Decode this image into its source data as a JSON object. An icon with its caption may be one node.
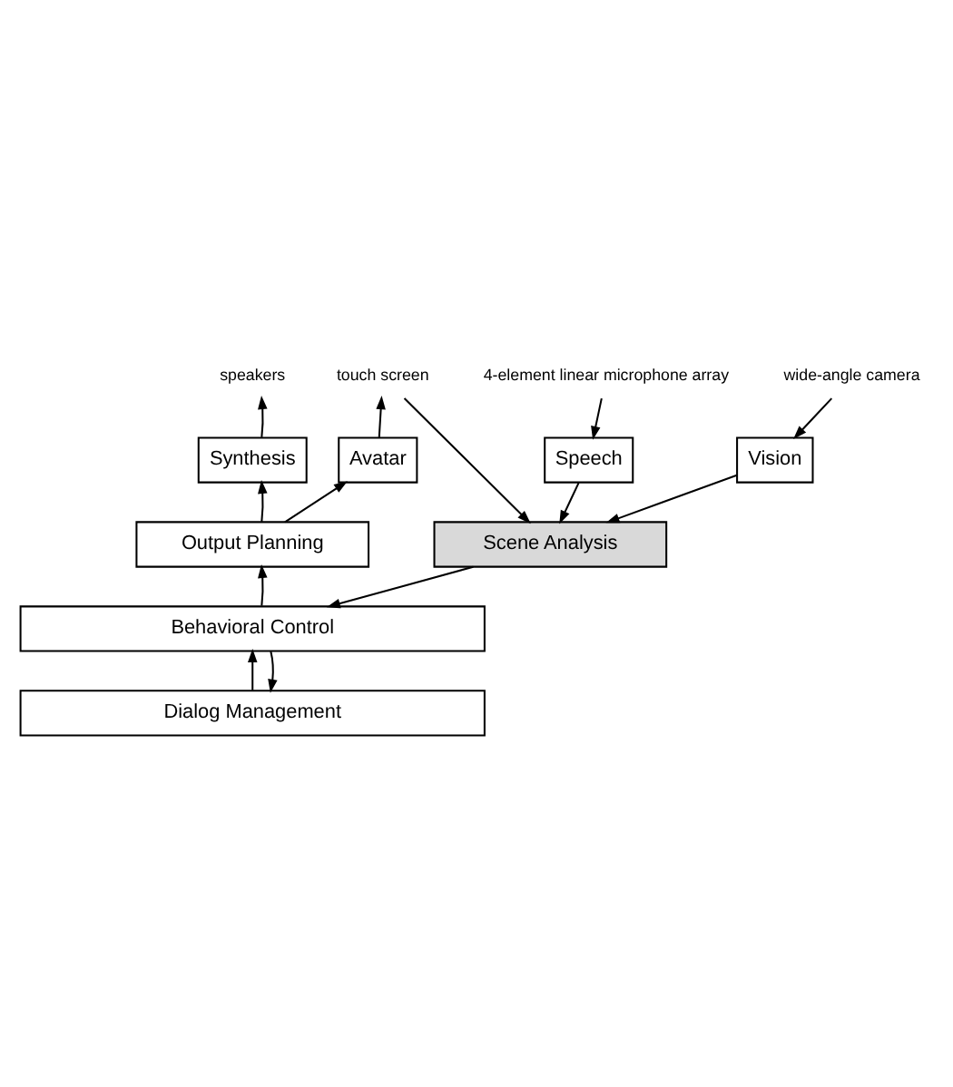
{
  "diagram": {
    "nodes": [
      {
        "text": [
          "wide-angle camera"
        ]
      },
      {
        "text": [
          "4-element linear microphone array"
        ]
      },
      {
        "text": [
          "touch screen"
        ]
      },
      {
        "text": [
          "speakers"
        ]
      },
      {
        "text": [
          "Synthesis"
        ]
      },
      {
        "text": [
          "Avatar"
        ]
      },
      {
        "text": [
          "Speech"
        ]
      },
      {
        "text": [
          "Vision"
        ]
      },
      {
        "text": [
          "Output Planning"
        ]
      },
      {
        "text": [
          "Scene Analysis"
        ]
      },
      {
        "text": [
          "Behavioral Control"
        ]
      },
      {
        "text": [
          "Dialog Management"
        ]
      }
    ],
    "edges": [
      {
        "from": 0,
        "to": 7,
        "arrow": "to"
      },
      {
        "from": 1,
        "to": 6,
        "arrow": "to"
      },
      {
        "from": 5,
        "to": 2,
        "arrow": "to"
      },
      {
        "from": 2,
        "to": 9,
        "arrow": "to"
      },
      {
        "from": 4,
        "to": 3,
        "arrow": "to"
      },
      {
        "from": 8,
        "to": 4,
        "arrow": "to"
      },
      {
        "from": 8,
        "to": 5,
        "arrow": "to"
      },
      {
        "from": 6,
        "to": 9,
        "arrow": "to"
      },
      {
        "from": 7,
        "to": 9,
        "arrow": "to"
      },
      {
        "from": 10,
        "to": 8,
        "arrow": "to"
      },
      {
        "from": 9,
        "to": 10,
        "arrow": "to"
      },
      {
        "from": 11,
        "to": 10,
        "arrow": "to"
      },
      {
        "from": 10,
        "to": 11,
        "arrow": "to"
      }
    ]
  }
}
